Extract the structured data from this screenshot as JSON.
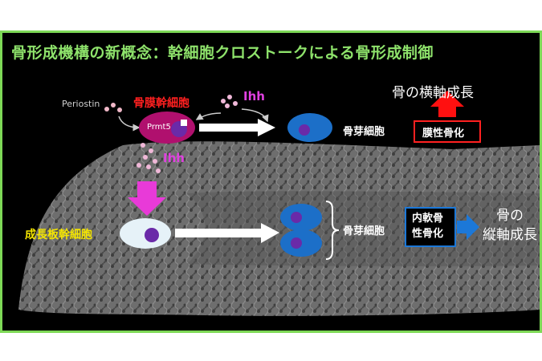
{
  "title": "骨形成機構の新概念：幹細胞クロストークによる骨形成制御",
  "labels": {
    "periostin": "Periostin",
    "periosteal_stem_cell": "骨膜幹細胞",
    "prmt5": "Prmt5",
    "ihh_top": "Ihh",
    "ihh_mid": "Ihh",
    "osteoblast_top": "骨芽細胞",
    "intramembranous": "膜性骨化",
    "horizontal_growth": "骨の横軸成長",
    "growth_plate_stem_cell": "成長板幹細胞",
    "osteoblast_bottom": "骨芽細胞",
    "endochondral": "内軟骨\n性骨化",
    "longitudinal_growth": "骨の\n縦軸成長"
  },
  "colors": {
    "title_green": "#8ee26b",
    "frame_green": "#7ed957",
    "red_label": "#ff2020",
    "magenta_label": "#e040e0",
    "yellow_label": "#f5e600",
    "cell_blue": "#1c6fc8",
    "nucleus_purple": "#6a2aa8",
    "stem_magenta": "#b0106e",
    "arrow_magenta": "#e83ad8",
    "arrow_red": "#ff1010",
    "arrow_blue": "#1c78d8"
  }
}
